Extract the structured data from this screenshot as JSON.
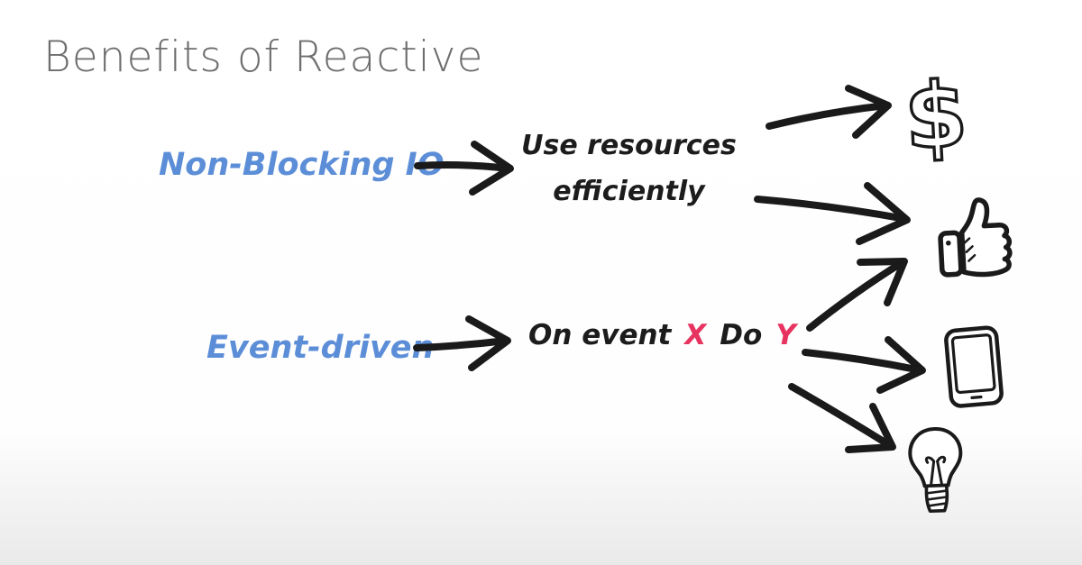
{
  "slide": {
    "title": "Benefits of Reactive",
    "colors": {
      "accent_blue": "#5c8ed8",
      "highlight_pink": "#e73360",
      "ink": "#1a1a1a",
      "title_gray": "#6e6e6e"
    }
  },
  "flows": [
    {
      "source": "Non-Blocking IO",
      "benefit": "Use resources efficiently",
      "outcome_icons": [
        "dollar-sign-icon",
        "thumbs-up-icon"
      ]
    },
    {
      "source": "Event-driven",
      "benefit": {
        "prefix": "On event",
        "x": "X",
        "middle": "Do",
        "y": "Y"
      },
      "outcome_icons": [
        "thumbs-up-icon",
        "smartphone-icon",
        "lightbulb-icon"
      ]
    }
  ]
}
